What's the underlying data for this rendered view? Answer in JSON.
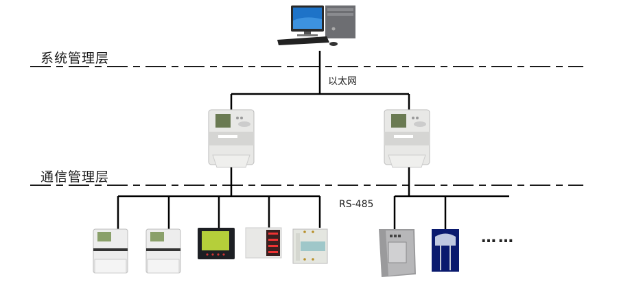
{
  "layers": {
    "system": "系统管理层",
    "communication": "通信管理层"
  },
  "links": {
    "ethernet": "以太网",
    "rs485": "RS-485"
  },
  "devices": {
    "top": {
      "name": "computer-workstation"
    },
    "gateways": [
      {
        "name": "communication-manager-left"
      },
      {
        "name": "communication-manager-right"
      }
    ],
    "field": [
      {
        "name": "smart-meter-1"
      },
      {
        "name": "smart-meter-2"
      },
      {
        "name": "panel-power-meter"
      },
      {
        "name": "digital-display-meter"
      },
      {
        "name": "din-rail-meter"
      },
      {
        "name": "wall-mount-controller"
      },
      {
        "name": "led-sensor"
      }
    ],
    "more": "……"
  },
  "colors": {
    "line": "#000000",
    "dash": "#1a1a1a",
    "monitor_screen": "#1e73c8",
    "led_bg": "#0a1a6e"
  }
}
